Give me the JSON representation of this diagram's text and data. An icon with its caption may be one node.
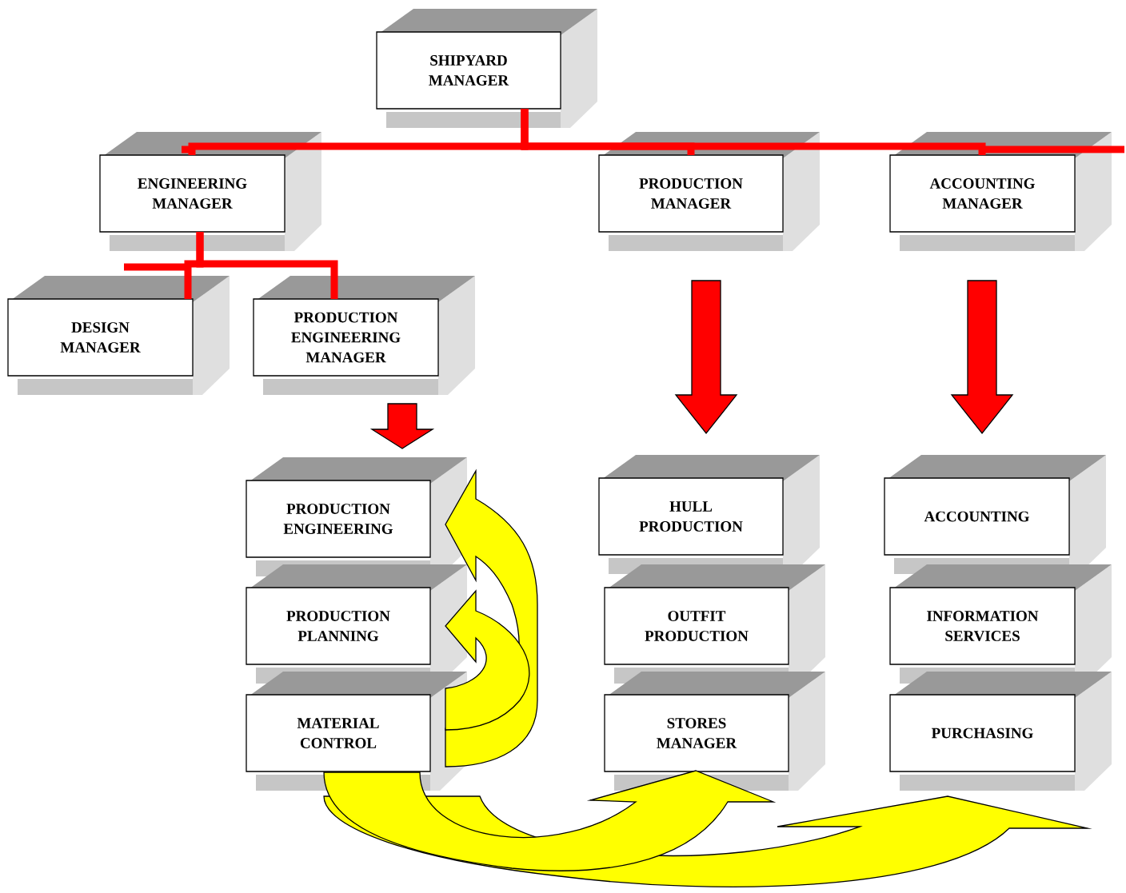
{
  "diagram": {
    "nodes": [
      {
        "text": [
          "SHIPYARD MANAGER"
        ]
      },
      {
        "text": [
          "ENGINEERING MANAGER"
        ]
      },
      {
        "text": [
          "PRODUCTION MANAGER"
        ]
      },
      {
        "text": [
          "ACCOUNTING MANAGER"
        ]
      },
      {
        "text": [
          "DESIGN MANAGER"
        ]
      },
      {
        "text": [
          "PRODUCTION ENGINEERING MANAGER"
        ]
      },
      {
        "text": [
          "PRODUCTION ENGINEERING"
        ]
      },
      {
        "text": [
          "PRODUCTION PLANNING"
        ]
      },
      {
        "text": [
          "MATERIAL CONTROL"
        ]
      },
      {
        "text": [
          "HULL PRODUCTION"
        ]
      },
      {
        "text": [
          "OUTFIT PRODUCTION"
        ]
      },
      {
        "text": [
          "STORES MANAGER"
        ]
      },
      {
        "text": [
          "ACCOUNTING"
        ]
      },
      {
        "text": [
          "INFORMATION SERVICES"
        ]
      },
      {
        "text": [
          "PURCHASING"
        ]
      }
    ],
    "edges": [
      {
        "from": 0,
        "to": 1,
        "arrow": "none"
      },
      {
        "from": 0,
        "to": 2,
        "arrow": "none"
      },
      {
        "from": 0,
        "to": 3,
        "arrow": "none"
      },
      {
        "from": 1,
        "to": 4,
        "arrow": "none"
      },
      {
        "from": 1,
        "to": 5,
        "arrow": "none"
      },
      {
        "from": 5,
        "to": 6,
        "arrow": "to"
      },
      {
        "from": 2,
        "to": 9,
        "arrow": "to"
      },
      {
        "from": 3,
        "to": 12,
        "arrow": "to"
      },
      {
        "from": 8,
        "to": 6,
        "arrow": "to",
        "color": "#ffff00"
      },
      {
        "from": 8,
        "to": 7,
        "arrow": "to",
        "color": "#ffff00"
      },
      {
        "from": 8,
        "to": 14,
        "arrow": "to",
        "color": "#ffff00"
      },
      {
        "from": 8,
        "to": 11,
        "arrow": "to",
        "color": "#ffff00"
      }
    ]
  }
}
